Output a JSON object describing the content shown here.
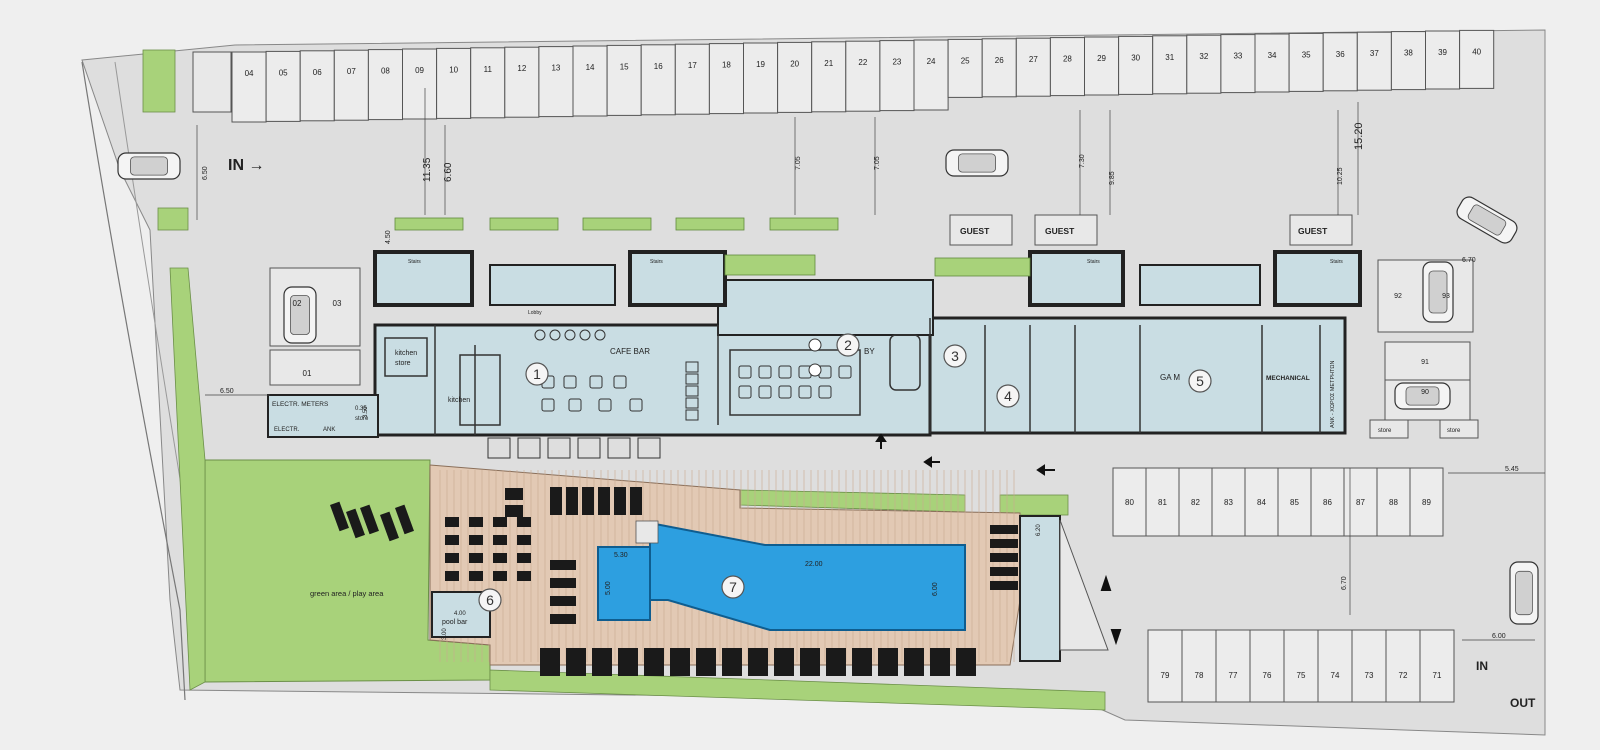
{
  "colors": {
    "background": "#efefef",
    "paving": "#dcdcdc",
    "building": "#c9dde3",
    "wall": "#222222",
    "green": "#a8d27a",
    "deck": "#e2c9b4",
    "pool": "#2d9fe0",
    "badge_stroke": "#555555"
  },
  "parking": {
    "top": [
      "04",
      "05",
      "06",
      "07",
      "08",
      "09",
      "10",
      "11",
      "12",
      "13",
      "14",
      "15",
      "16",
      "17",
      "18",
      "19",
      "20",
      "21",
      "22",
      "23",
      "24",
      "25",
      "26",
      "27",
      "28",
      "29",
      "30",
      "31",
      "32",
      "33",
      "34",
      "35",
      "36",
      "37",
      "38",
      "39",
      "40"
    ],
    "right_mid": [
      "80",
      "81",
      "82",
      "83",
      "84",
      "85",
      "86",
      "87",
      "88",
      "89"
    ],
    "bottom": [
      "79",
      "78",
      "77",
      "76",
      "75",
      "74",
      "73",
      "72",
      "71"
    ],
    "left": [
      "02",
      "03",
      "01"
    ],
    "side": [
      "92",
      "93",
      "91",
      "90"
    ]
  },
  "labels": {
    "in_top": "IN →",
    "in_bottom": "IN",
    "out": "OUT",
    "guest": "GUEST",
    "stairs": "Stairs",
    "lobby": "Lobby",
    "kitchen_store": "kitchen\nstore",
    "kitchen": "kitchen",
    "cafe_bar": "CAFE BAR",
    "lobby_room": "BY",
    "garage": "GA      M",
    "mechanical": "MECHANICAL",
    "metering": "ΑΝΚ - ΧΩΡΟΣ ΜΕΤΡΗΤΩΝ",
    "electr_meters": "ELECTR. METERS",
    "electr": "ELECTR.",
    "ank": "ANK",
    "store": "store",
    "green_area": "green area  / play area",
    "pool_bar": "pool bar"
  },
  "dimensions": {
    "d_650_top": "6.50",
    "d_450": "4.50",
    "d_1135": "11.35",
    "d_660": "6.60",
    "d_705a": "7.05",
    "d_705b": "7.05",
    "d_730": "7.30",
    "d_985": "9.85",
    "d_1025": "10.25",
    "d_1520": "15.20",
    "d_670_right": "6.70",
    "d_650_left": "6.50",
    "d_035": "0.35",
    "d_545": "5.45",
    "d_670_bottom": "6.70",
    "d_600": "6.00",
    "d_530": "5.30",
    "d_2200": "22.00",
    "d_500": "5.00",
    "d_600_pool": "6.00",
    "d_400": "4.00",
    "d_300": "3.00",
    "d_350": "3.50",
    "d_620": "6.20"
  },
  "badges": [
    "1",
    "2",
    "3",
    "4",
    "5",
    "6",
    "7"
  ]
}
